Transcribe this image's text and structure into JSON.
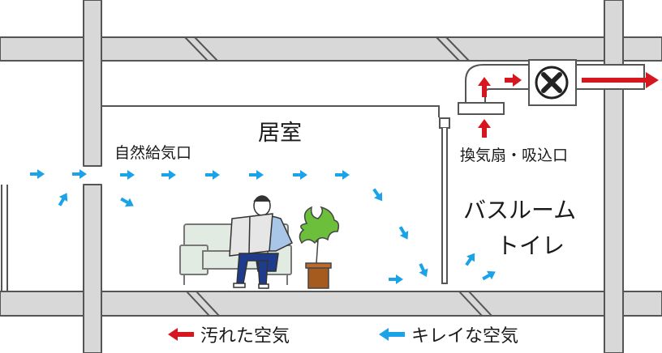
{
  "labels": {
    "room": "居室",
    "inlet": "自然給気口",
    "fan_inlet": "換気扇・吸込口",
    "bathroom_line1": "バスルーム",
    "bathroom_line2": "トイレ"
  },
  "legend": {
    "dirty_air": "汚れた空気",
    "clean_air": "キレイな空気"
  },
  "colors": {
    "dirty_air": "#d7171f",
    "clean_air": "#1aa3e8",
    "wall_fill": "#d8d8d8",
    "wall_stroke": "#555555"
  }
}
